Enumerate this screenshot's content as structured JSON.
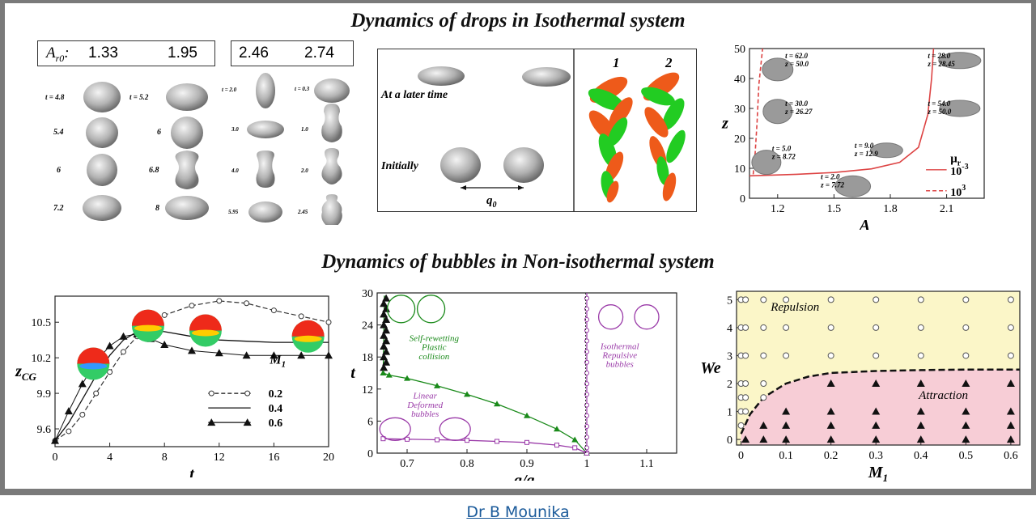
{
  "headings": {
    "top": "Dynamics of drops in Isothermal system",
    "bottom": "Dynamics of bubbles in Non-isothermal system"
  },
  "drops_panel": {
    "ar0_label": "A",
    "ar0_sub": "r0",
    "ar0_values": [
      "1.33",
      "1.95"
    ],
    "ar0_values_right": [
      "2.46",
      "2.74"
    ],
    "col1_times": [
      "t = 4.8",
      "5.4",
      "6",
      "7.2"
    ],
    "col2_times": [
      "t = 5.2",
      "6",
      "6.8",
      "8"
    ],
    "col3_times": [
      "t = 2.0",
      "3.0",
      "4.0",
      "5.95"
    ],
    "col4_times": [
      "t = 0.3",
      "1.0",
      "2.0",
      "2.45"
    ]
  },
  "pair_panel": {
    "later_label": "At a later time",
    "initial_label": "Initially",
    "q_label": "q",
    "q_sub": "0",
    "case_labels": [
      "1",
      "2"
    ],
    "colors": {
      "green": "#22cc22",
      "orange": "#ee5a1a"
    }
  },
  "chart_data": [
    {
      "id": "z-vs-Ar",
      "type": "line",
      "xlabel": "A",
      "xlabel_sub": "r",
      "ylabel": "z",
      "xlim": [
        1.05,
        2.3
      ],
      "ylim": [
        0,
        50
      ],
      "xticks": [
        "1.2",
        "1.5",
        "1.8",
        "2.1"
      ],
      "yticks": [
        "0",
        "10",
        "20",
        "30",
        "40",
        "50"
      ],
      "legend_title": "μ",
      "legend_title_sub": "r",
      "legend": [
        {
          "name": "10",
          "sup": "-3",
          "style": "solid"
        },
        {
          "name": "10",
          "sup": "3",
          "style": "dashed"
        }
      ],
      "annotations": [
        {
          "t": "t = 62.0",
          "z": "z = 50.0"
        },
        {
          "t": "t = 30.0",
          "z": "z = 26.27"
        },
        {
          "t": "t = 5.0",
          "z": "z = 8.72"
        },
        {
          "t": "t = 2.0",
          "z": "z = 7.72"
        },
        {
          "t": "t = 9.0",
          "z": "z = 12.9"
        },
        {
          "t": "t = 28.0",
          "z": "z = 28.45"
        },
        {
          "t": "t = 54.0",
          "z": "z = 50.0"
        }
      ],
      "series": [
        {
          "name": "10^-3",
          "color": "#d44",
          "x": [
            1.05,
            1.3,
            1.5,
            1.7,
            1.85,
            1.95,
            2.0,
            2.02,
            2.03
          ],
          "y": [
            7.5,
            8,
            8.6,
            9.8,
            12,
            17,
            28,
            40,
            50
          ]
        },
        {
          "name": "10^3",
          "color": "#d44",
          "x": [
            1.07,
            1.08,
            1.09,
            1.1,
            1.12
          ],
          "y": [
            8,
            15,
            25,
            38,
            50
          ]
        }
      ]
    },
    {
      "id": "zcg-vs-t",
      "type": "line",
      "xlabel": "t",
      "ylabel": "z",
      "ylabel_sub": "CG",
      "xlim": [
        0,
        20
      ],
      "ylim": [
        9.45,
        10.72
      ],
      "xticks": [
        "0",
        "4",
        "8",
        "12",
        "16",
        "20"
      ],
      "yticks": [
        "9.6",
        "9.9",
        "10.2",
        "10.5"
      ],
      "legend_title": "M",
      "legend_title_sub": "1",
      "series": [
        {
          "name": "0.2",
          "style": "dashed-circle",
          "x": [
            0,
            1,
            2,
            3,
            4,
            5,
            6,
            7,
            8,
            10,
            12,
            14,
            16,
            18,
            20
          ],
          "y": [
            9.5,
            9.58,
            9.72,
            9.9,
            10.08,
            10.25,
            10.38,
            10.48,
            10.56,
            10.64,
            10.68,
            10.66,
            10.6,
            10.55,
            10.5
          ]
        },
        {
          "name": "0.4",
          "style": "solid",
          "x": [
            0,
            1,
            2,
            3,
            4,
            5,
            6,
            7,
            8,
            10,
            12,
            14,
            16,
            18,
            20
          ],
          "y": [
            9.5,
            9.65,
            9.85,
            10.05,
            10.22,
            10.35,
            10.42,
            10.43,
            10.42,
            10.38,
            10.35,
            10.34,
            10.33,
            10.33,
            10.33
          ]
        },
        {
          "name": "0.6",
          "style": "triangle",
          "x": [
            0,
            1,
            2,
            3,
            4,
            5,
            6,
            7,
            8,
            10,
            12,
            14,
            16,
            18,
            20
          ],
          "y": [
            9.5,
            9.75,
            9.98,
            10.17,
            10.3,
            10.38,
            10.4,
            10.36,
            10.31,
            10.26,
            10.24,
            10.22,
            10.22,
            10.22,
            10.22
          ]
        }
      ]
    },
    {
      "id": "t-vs-q",
      "type": "line",
      "xlabel": "q/q",
      "xlabel_sub": "0",
      "ylabel": "t",
      "xlim": [
        0.65,
        1.15
      ],
      "ylim": [
        0,
        30
      ],
      "xticks": [
        "0.7",
        "0.8",
        "0.9",
        "1",
        "1.1"
      ],
      "yticks": [
        "0",
        "6",
        "12",
        "18",
        "24",
        "30"
      ],
      "annotations": [
        "Self-rewetting",
        "Plastic",
        "collision",
        "Isothermal",
        "Repulsive",
        "bubbles",
        "Linear",
        "Deformed",
        "bubbles"
      ],
      "series": [
        {
          "name": "green",
          "color": "#1a8a1a",
          "x": [
            0.66,
            0.67,
            0.7,
            0.75,
            0.8,
            0.85,
            0.9,
            0.95,
            0.98,
            1.0
          ],
          "y": [
            15,
            14.6,
            14,
            12.6,
            11,
            9.2,
            7,
            4.5,
            2.5,
            0
          ]
        },
        {
          "name": "purple",
          "color": "#9a3aa8",
          "x": [
            0.66,
            0.7,
            0.75,
            0.8,
            0.85,
            0.9,
            0.95,
            0.98,
            1.0
          ],
          "y": [
            2.7,
            2.6,
            2.5,
            2.4,
            2.2,
            2.0,
            1.5,
            1.0,
            0
          ]
        },
        {
          "name": "purple-vertical",
          "color": "#9a3aa8",
          "x": [
            1.0,
            1.0,
            1.0,
            1.0
          ],
          "y": [
            0,
            10,
            20,
            30
          ]
        }
      ]
    },
    {
      "id": "We-vs-M1",
      "type": "scatter",
      "xlabel": "M",
      "xlabel_sub": "1",
      "ylabel": "We",
      "xlim": [
        -0.01,
        0.62
      ],
      "ylim": [
        -0.2,
        5.3
      ],
      "xticks": [
        "0",
        "0.1",
        "0.2",
        "0.3",
        "0.4",
        "0.5",
        "0.6"
      ],
      "yticks": [
        "0",
        "1",
        "2",
        "3",
        "4",
        "5"
      ],
      "regions": [
        {
          "label": "Repulsion",
          "color": "#fbf6c8"
        },
        {
          "label": "Attraction",
          "color": "#f7cdd6"
        }
      ],
      "boundary": {
        "x": [
          0.0,
          0.02,
          0.05,
          0.1,
          0.15,
          0.2,
          0.3,
          0.4,
          0.5,
          0.62
        ],
        "y": [
          0.2,
          0.9,
          1.5,
          2.0,
          2.25,
          2.38,
          2.45,
          2.48,
          2.5,
          2.5
        ]
      },
      "repulsion_points": [
        [
          0,
          5
        ],
        [
          0.01,
          5
        ],
        [
          0.05,
          5
        ],
        [
          0.1,
          5
        ],
        [
          0.2,
          5
        ],
        [
          0.3,
          5
        ],
        [
          0.4,
          5
        ],
        [
          0.5,
          5
        ],
        [
          0.6,
          5
        ],
        [
          0,
          4
        ],
        [
          0.01,
          4
        ],
        [
          0.05,
          4
        ],
        [
          0.1,
          4
        ],
        [
          0.2,
          4
        ],
        [
          0.3,
          4
        ],
        [
          0.4,
          4
        ],
        [
          0.5,
          4
        ],
        [
          0.6,
          4
        ],
        [
          0,
          3
        ],
        [
          0.01,
          3
        ],
        [
          0.05,
          3
        ],
        [
          0.1,
          3
        ],
        [
          0.2,
          3
        ],
        [
          0.3,
          3
        ],
        [
          0.4,
          3
        ],
        [
          0.5,
          3
        ],
        [
          0.6,
          3
        ],
        [
          0,
          2
        ],
        [
          0.01,
          2
        ],
        [
          0.05,
          2
        ],
        [
          0,
          1.5
        ],
        [
          0.01,
          1.5
        ],
        [
          0.05,
          1.5
        ],
        [
          0,
          1
        ],
        [
          0.01,
          1
        ],
        [
          0,
          0.5
        ]
      ],
      "attraction_points": [
        [
          0.2,
          2
        ],
        [
          0.3,
          2
        ],
        [
          0.4,
          2
        ],
        [
          0.5,
          2
        ],
        [
          0.6,
          2
        ],
        [
          0.1,
          1
        ],
        [
          0.2,
          1
        ],
        [
          0.3,
          1
        ],
        [
          0.4,
          1
        ],
        [
          0.5,
          1
        ],
        [
          0.6,
          1
        ],
        [
          0.05,
          0.5
        ],
        [
          0.1,
          0.5
        ],
        [
          0.2,
          0.5
        ],
        [
          0.3,
          0.5
        ],
        [
          0.4,
          0.5
        ],
        [
          0.5,
          0.5
        ],
        [
          0.6,
          0.5
        ],
        [
          0.01,
          0
        ],
        [
          0.05,
          0
        ],
        [
          0.1,
          0
        ],
        [
          0.2,
          0
        ],
        [
          0.3,
          0
        ],
        [
          0.4,
          0
        ],
        [
          0.5,
          0
        ],
        [
          0.6,
          0
        ]
      ]
    }
  ],
  "caption": "Dr B Mounika"
}
